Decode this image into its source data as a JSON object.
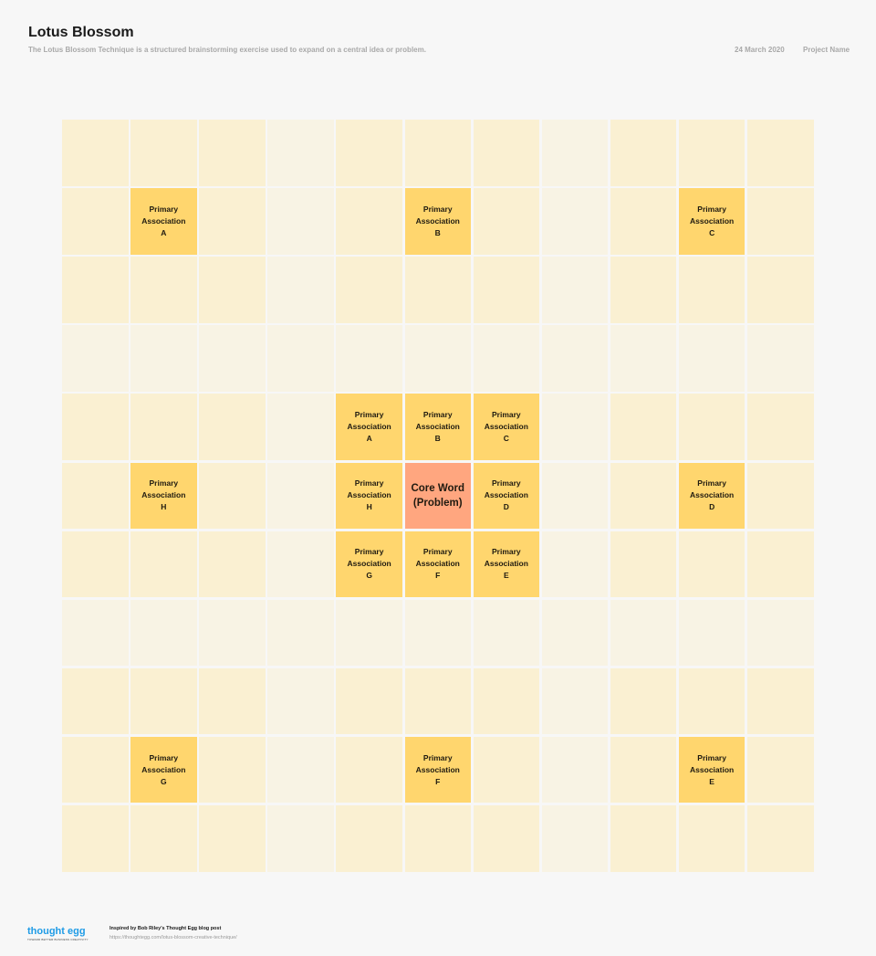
{
  "header": {
    "title": "Lotus Blossom",
    "subtitle": "The Lotus Blossom Technique is a structured brainstorming exercise used to expand on a central idea or problem.",
    "date": "24 March 2020",
    "project": "Project Name"
  },
  "grid": {
    "rows": 11,
    "cols": 11,
    "tone_map": [
      "OOOLOOOLOOO",
      "OOOLOOOLOOO",
      "OOOLOOOLOOO",
      "LLLLLLLLLLL",
      "OOOLMMMLOOO",
      "OOOLMMMLOOO",
      "OOOLMMMLOOO",
      "LLLLLLLLLLL",
      "OOOLOOOLOOO",
      "OOOLOOOLOOO",
      "OOOLOOOLOOO"
    ],
    "colors": {
      "outer": "#faf0d2",
      "light": "#f8f3e4",
      "mid": "#f8efce",
      "primary": "#ffd66e",
      "core": "#ffa67f"
    },
    "labeled_cells": [
      {
        "row": 1,
        "col": 1,
        "label": "Primary\nAssociation\nA",
        "kind": "primary"
      },
      {
        "row": 1,
        "col": 5,
        "label": "Primary\nAssociation\nB",
        "kind": "primary"
      },
      {
        "row": 1,
        "col": 9,
        "label": "Primary\nAssociation\nC",
        "kind": "primary"
      },
      {
        "row": 4,
        "col": 4,
        "label": "Primary\nAssociation\nA",
        "kind": "primary"
      },
      {
        "row": 4,
        "col": 5,
        "label": "Primary\nAssociation\nB",
        "kind": "primary"
      },
      {
        "row": 4,
        "col": 6,
        "label": "Primary\nAssociation\nC",
        "kind": "primary"
      },
      {
        "row": 5,
        "col": 1,
        "label": "Primary\nAssociation\nH",
        "kind": "primary"
      },
      {
        "row": 5,
        "col": 4,
        "label": "Primary\nAssociation\nH",
        "kind": "primary"
      },
      {
        "row": 5,
        "col": 5,
        "label": "Core Word\n(Problem)",
        "kind": "core"
      },
      {
        "row": 5,
        "col": 6,
        "label": "Primary\nAssociation\nD",
        "kind": "primary"
      },
      {
        "row": 5,
        "col": 9,
        "label": "Primary\nAssociation\nD",
        "kind": "primary"
      },
      {
        "row": 6,
        "col": 4,
        "label": "Primary\nAssociation\nG",
        "kind": "primary"
      },
      {
        "row": 6,
        "col": 5,
        "label": "Primary\nAssociation\nF",
        "kind": "primary"
      },
      {
        "row": 6,
        "col": 6,
        "label": "Primary\nAssociation\nE",
        "kind": "primary"
      },
      {
        "row": 9,
        "col": 1,
        "label": "Primary\nAssociation\nG",
        "kind": "primary"
      },
      {
        "row": 9,
        "col": 5,
        "label": "Primary\nAssociation\nF",
        "kind": "primary"
      },
      {
        "row": 9,
        "col": 9,
        "label": "Primary\nAssociation\nE",
        "kind": "primary"
      }
    ]
  },
  "footer": {
    "logo_text": "thought egg",
    "logo_tagline": "TOWARD BETTER BUSINESS CREATIVITY",
    "credit": "Inspired by Bob Riley's Thought Egg blog post",
    "url": "https://thoughtegg.com/lotus-blossom-creative-technique/"
  }
}
